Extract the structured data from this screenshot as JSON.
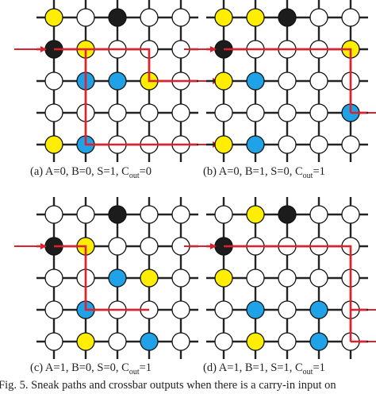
{
  "colors": {
    "empty": "#ffffff",
    "black": "#1c1c1c",
    "yellow": "#ffee00",
    "blue": "#1fa2e6",
    "path": "#e0202a",
    "wire": "#222222"
  },
  "cell_legend": {
    "0": "empty",
    "1": "black",
    "2": "yellow",
    "3": "blue"
  },
  "panels": [
    {
      "caption": {
        "prefix": "(a) A=0, B=0, S=1, C",
        "sub": "out",
        "suffix": "=0"
      },
      "grid": [
        [
          2,
          0,
          1,
          0,
          0
        ],
        [
          1,
          2,
          0,
          0,
          0
        ],
        [
          0,
          3,
          3,
          2,
          0
        ],
        [
          0,
          0,
          0,
          0,
          0
        ],
        [
          2,
          3,
          0,
          0,
          0
        ]
      ]
    },
    {
      "caption": {
        "prefix": "(b) A=0, B=1, S=0, C",
        "sub": "out",
        "suffix": "=1"
      },
      "grid": [
        [
          2,
          2,
          1,
          0,
          0
        ],
        [
          1,
          0,
          0,
          0,
          2
        ],
        [
          2,
          3,
          0,
          0,
          0
        ],
        [
          0,
          0,
          0,
          0,
          3
        ],
        [
          2,
          3,
          0,
          0,
          0
        ]
      ]
    },
    {
      "caption": {
        "prefix": "(c) A=1, B=0, S=0, C",
        "sub": "out",
        "suffix": "=1"
      },
      "grid": [
        [
          0,
          0,
          1,
          0,
          0
        ],
        [
          1,
          2,
          0,
          0,
          0
        ],
        [
          0,
          0,
          3,
          2,
          0
        ],
        [
          0,
          3,
          0,
          0,
          0
        ],
        [
          0,
          2,
          0,
          3,
          0
        ]
      ]
    },
    {
      "caption": {
        "prefix": "(d) A=1, B=1, S=1, C",
        "sub": "out",
        "suffix": "=1"
      },
      "grid": [
        [
          0,
          2,
          1,
          0,
          0
        ],
        [
          1,
          0,
          0,
          0,
          0
        ],
        [
          2,
          0,
          0,
          0,
          0
        ],
        [
          0,
          3,
          0,
          3,
          0
        ],
        [
          0,
          2,
          0,
          3,
          0
        ]
      ]
    }
  ],
  "figure_caption": "Fig. 5.  Sneak paths and crossbar outputs when there is a carry-in input on"
}
